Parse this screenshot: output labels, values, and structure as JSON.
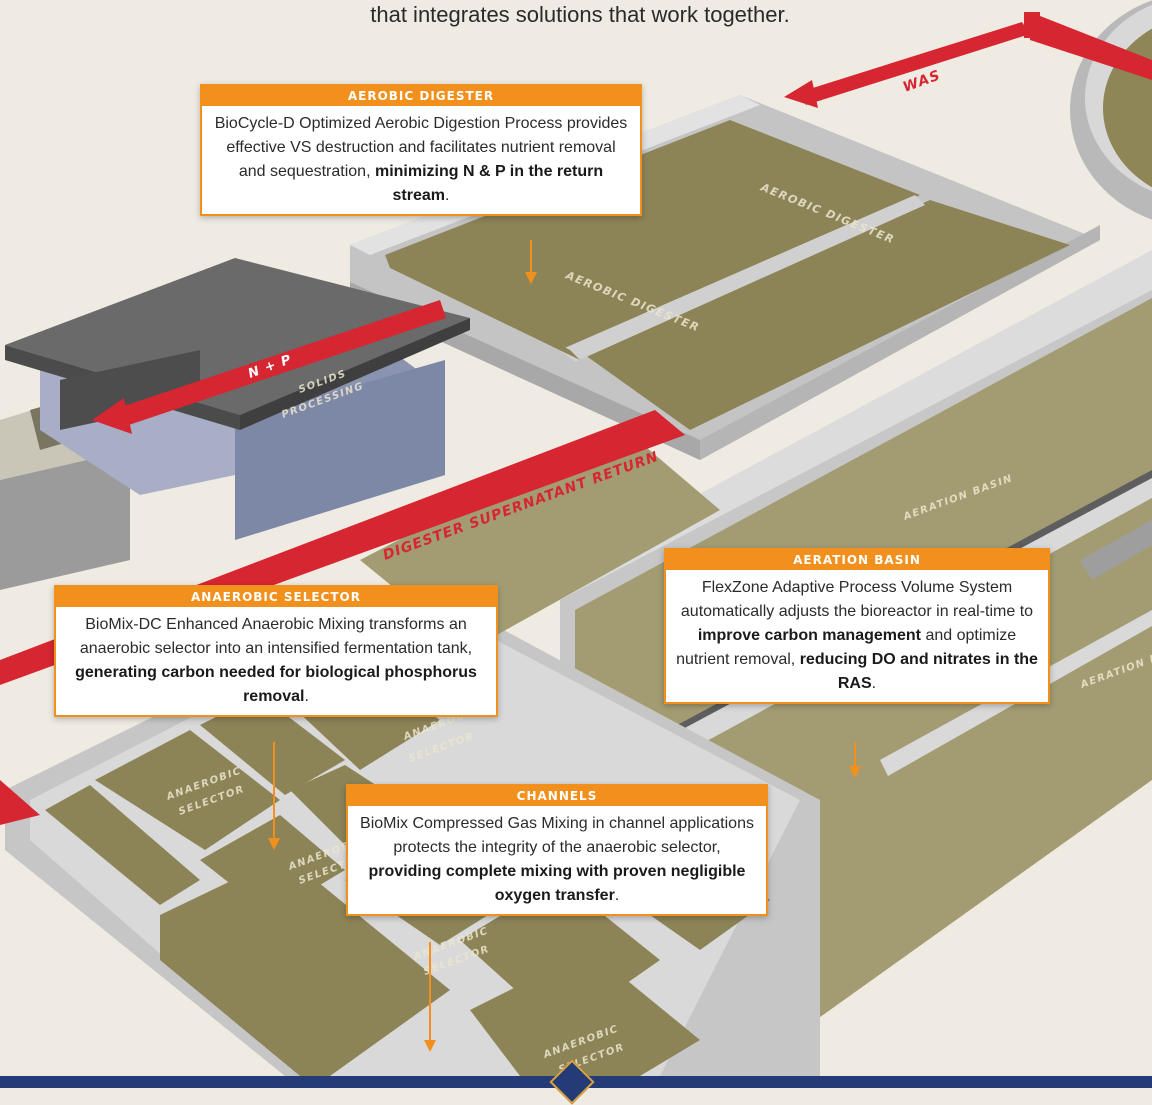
{
  "intro_text": "that integrates solutions that work together.",
  "flows": {
    "was": "WAS",
    "n_p": "N + P",
    "digester_return": "DIGESTER SUPERNATANT RETURN"
  },
  "tank_labels": {
    "aerobic_digester_1": "AEROBIC DIGESTER",
    "aerobic_digester_2": "AEROBIC DIGESTER",
    "solids_processing": [
      "SOLIDS",
      "PROCESSING"
    ],
    "aeration_basin_1": "AERATION BASIN",
    "aeration_basin_2": "AERATION B",
    "anaerobic_selectors": [
      [
        "ANAEROBIC",
        "SELECTOR"
      ],
      [
        "ANAEROBIC",
        "SELECTOR"
      ],
      [
        "ANAEROBIC",
        "SELECTOR"
      ],
      [
        "ANAEROBIC",
        "SELECTOR"
      ],
      [
        "ANAEROBIC",
        "SELECTOR"
      ]
    ]
  },
  "callouts": {
    "aerobic_digester": {
      "title": "AEROBIC DIGESTER",
      "text": "BioCycle-D Optimized Aerobic Digestion Process provides effective VS destruction and facilitates nutrient removal and sequestration,",
      "bold": "minimizing N & P in the return stream",
      "tail": "."
    },
    "anaerobic_selector": {
      "title": "ANAEROBIC SELECTOR",
      "text": "BioMix-DC Enhanced Anaerobic Mixing transforms an anaerobic selector into an intensified fermentation tank,",
      "bold": "generating carbon needed for biological phosphorus removal",
      "tail": "."
    },
    "aeration_basin": {
      "title": "AERATION BASIN",
      "text": "FlexZone Adaptive Process Volume System automatically adjusts the bioreactor in real-time to",
      "bold": "improve carbon management",
      "text2": "and optimize nutrient removal,",
      "bold2": "reducing DO and nitrates in the RAS",
      "tail": "."
    },
    "channels": {
      "title": "CHANNELS",
      "text": "BioMix Compressed Gas Mixing in channel applications protects the integrity of the anaerobic selector,",
      "bold": "providing complete mixing with proven negligible oxygen transfer",
      "tail": "."
    }
  },
  "colors": {
    "accent_orange": "#f2901e",
    "flow_red": "#d62631",
    "tank_water": "#8c8457",
    "concrete": "#c9c9c9",
    "navy": "#243b78"
  }
}
